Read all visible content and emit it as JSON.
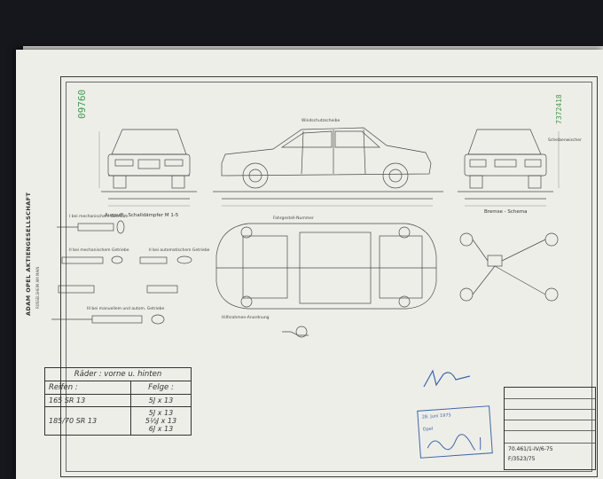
{
  "sheet": {
    "number_left": "09760",
    "number_right": "7372418",
    "company": "ADAM OPEL AKTIENGESELLSCHAFT",
    "company_sub": "RÜSSELSHEIM AM MAIN"
  },
  "views": {
    "exhaust_title": "Auspuff - Schalldämpfer  M 1-5",
    "brake_title": "Bremse - Schema",
    "variant_1": "I  bei mechanischem Getriebe",
    "variant_2": "II  bei mechanischem Getriebe",
    "variant_3": "II  bei automatischem Getriebe",
    "variant_4": "III  bei manuellem und autom. Getriebe",
    "side_label_1": "Windschutzscheibe",
    "side_label_2": "Fahrgestell-Nummer",
    "floor_label": "Hilfsrahmen-Anordnung",
    "rear_label": "Scheibenwischer"
  },
  "wheel_table": {
    "header": "Räder :  vorne u. hinten",
    "col_tyres": "Reifen :",
    "col_rims": "Felge :",
    "rows": [
      {
        "tyre": "165 SR 13",
        "rims": [
          "5J x 13"
        ]
      },
      {
        "tyre": "185/70 SR 13",
        "rims": [
          "5J x 13",
          "5½J x 13",
          "6J x 13"
        ]
      }
    ]
  },
  "title_block": {
    "code_1": "70.461/1-IV/6-75",
    "code_2": "F/3523/75"
  },
  "stamp": {
    "line_1": "28. Juni 1975",
    "line_2": "Opel"
  },
  "colors": {
    "paper": "#eeeee8",
    "ink": "#3a3a3a",
    "stamp_blue": "#3f66a8",
    "number_green": "#3f9b4a"
  }
}
